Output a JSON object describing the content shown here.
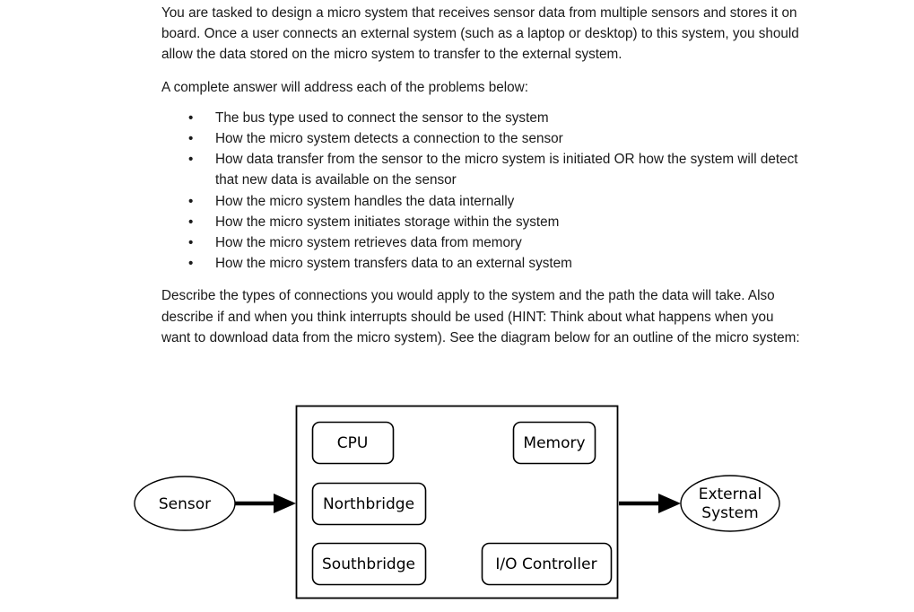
{
  "document": {
    "paragraphs": [
      "You are tasked to design a micro system that receives sensor data from multiple sensors and stores it on board. Once a user connects an external system (such as a laptop or desktop) to this system, you should allow the data stored on the micro system to transfer to the external system.",
      "A complete answer will address each of the problems below:",
      "Describe the types of connections you would apply to the system and the path the data will take. Also describe if and when you think interrupts should be used (HINT: Think about what happens when you want to download data from the micro system). See the diagram below for an outline of the micro system:"
    ],
    "bullet_marker": "•",
    "bullets": [
      "The bus type used to connect the sensor to the system",
      "How the micro system detects a connection to the sensor",
      "How data transfer from the sensor to the micro system is initiated OR how the system will detect that new data is available on the sensor",
      "How the micro system handles the data internally",
      "How the micro system initiates storage within the system",
      "How the micro system retrieves data from memory",
      "How the micro system transfers data to an external system"
    ]
  },
  "diagram": {
    "source_node": "Sensor",
    "target_node_line1": "External",
    "target_node_line2": "System",
    "components": [
      "CPU",
      "Memory",
      "Northbridge",
      "Southbridge",
      "I/O Controller"
    ],
    "colors": {
      "stroke": "#000000",
      "fill": "#ffffff",
      "arrow": "#000000"
    }
  }
}
